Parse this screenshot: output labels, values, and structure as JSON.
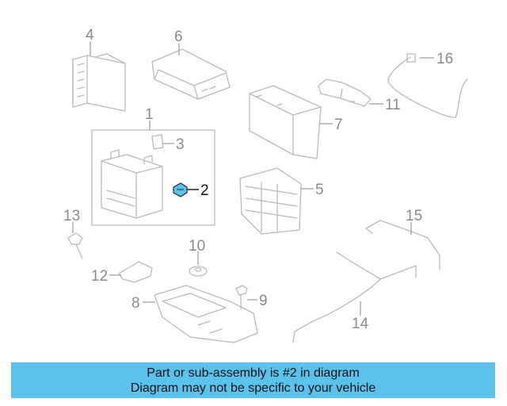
{
  "diagram": {
    "callouts": {
      "c1": "1",
      "c2": "2",
      "c3": "3",
      "c4": "4",
      "c5": "5",
      "c6": "6",
      "c7": "7",
      "c8": "8",
      "c9": "9",
      "c10": "10",
      "c11": "11",
      "c12": "12",
      "c13": "13",
      "c14": "14",
      "c15": "15",
      "c16": "16"
    },
    "highlighted_part": "2",
    "highlight_color": "#5bc2ee"
  },
  "banner": {
    "line1": "Part or sub-assembly is #2 in diagram",
    "line2": "Diagram may not be specific to your vehicle",
    "background": "#5bc2ee"
  }
}
